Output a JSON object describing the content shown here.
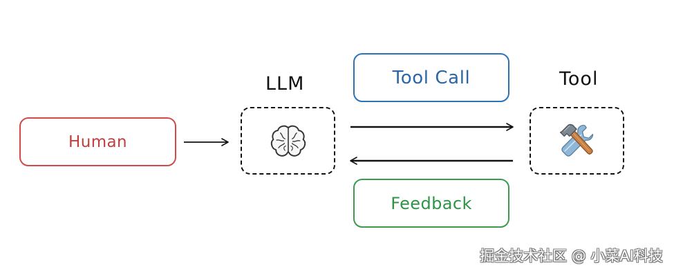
{
  "nodes": {
    "human": {
      "label": "Human"
    },
    "llm": {
      "label": "LLM",
      "icon": "brain-icon"
    },
    "tool": {
      "label": "Tool",
      "icon": "hammer-and-wrench-icon"
    }
  },
  "messages": {
    "tool_call": {
      "label": "Tool Call"
    },
    "feedback": {
      "label": "Feedback"
    }
  },
  "watermark": "掘金技术社区 @ 小菜AI科技",
  "colors": {
    "human": "#d14a4a",
    "tool_call": "#2a73b8",
    "feedback": "#3b9a4e",
    "dashed_border": "#111111"
  }
}
